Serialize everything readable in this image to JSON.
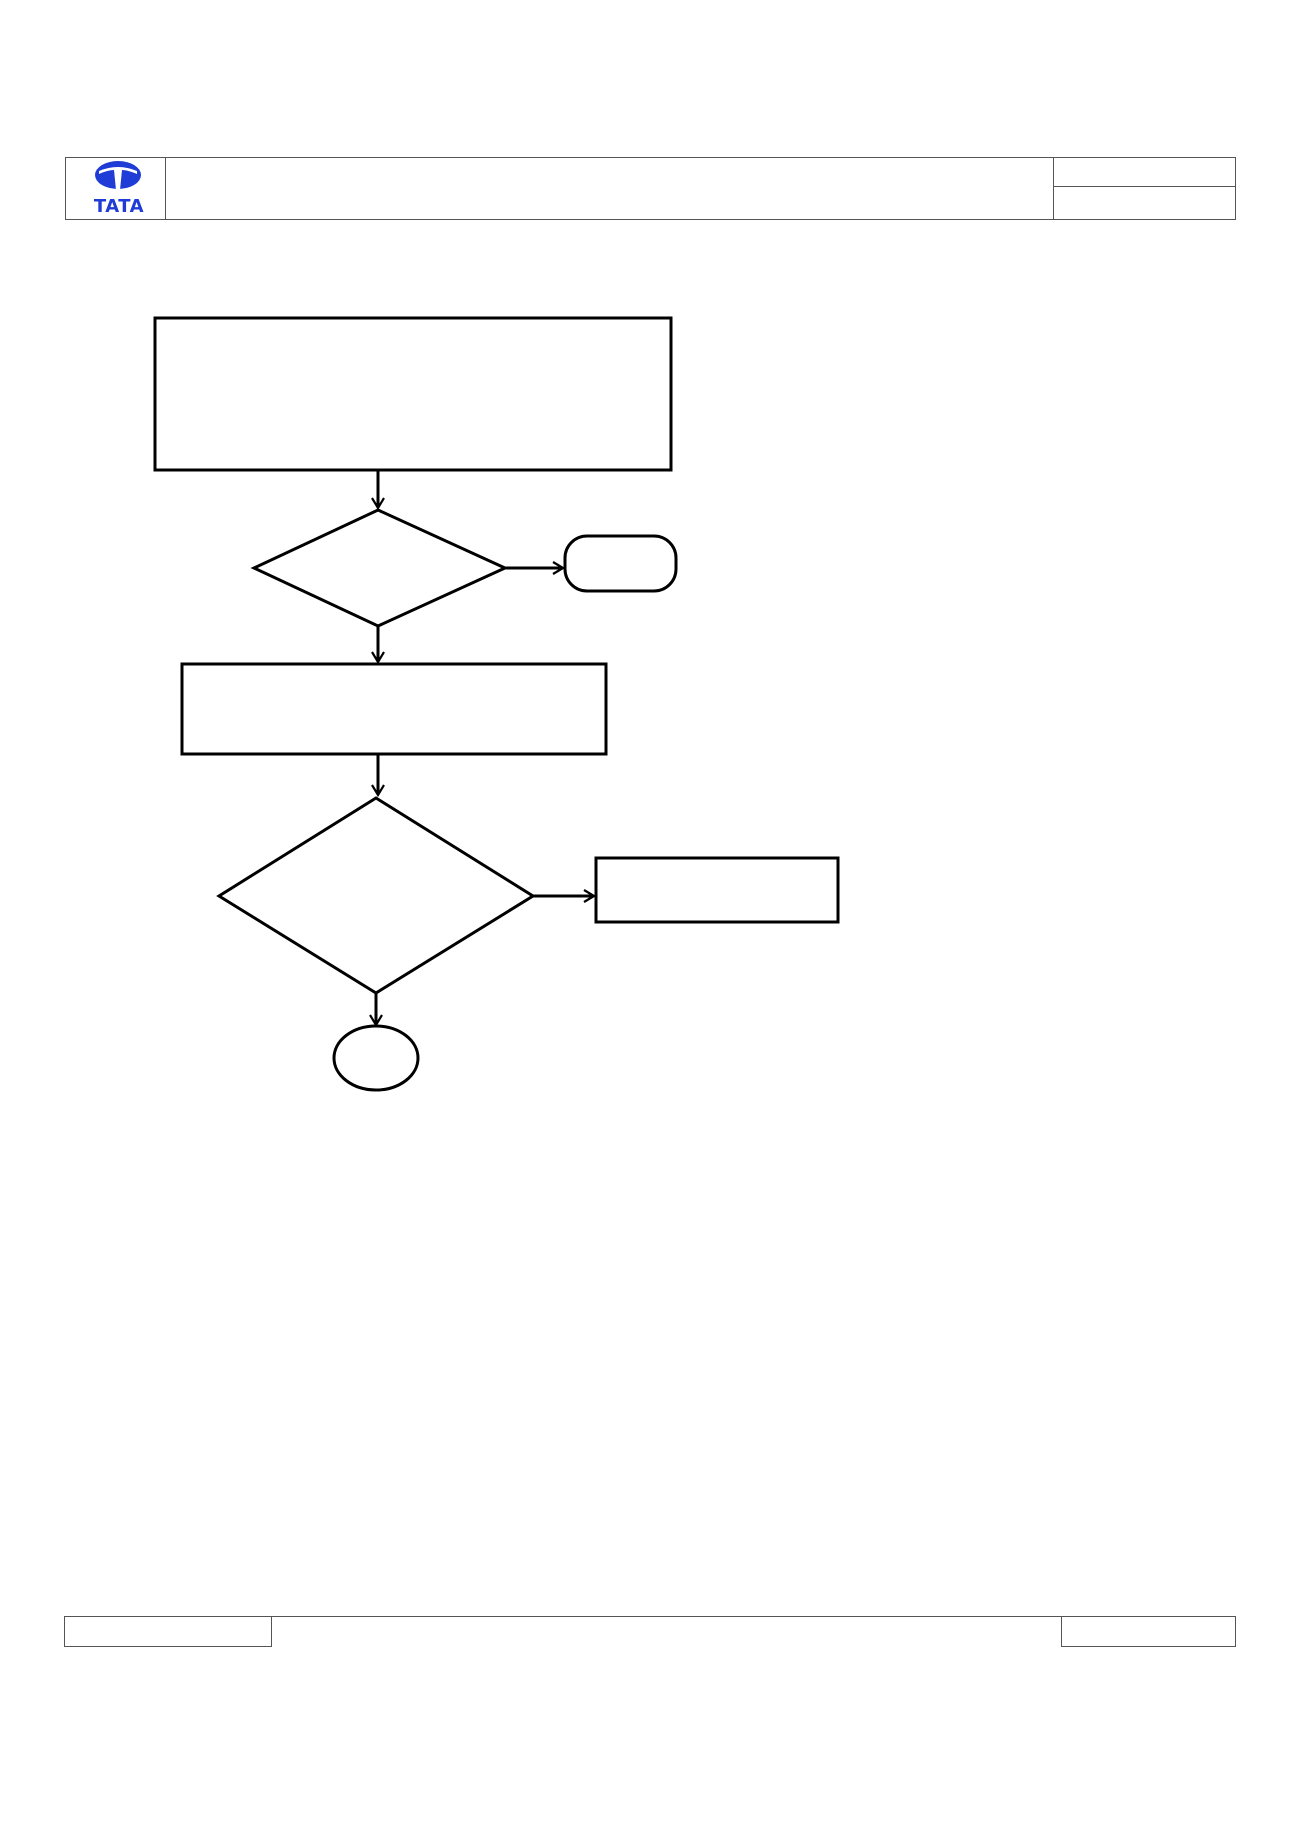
{
  "header": {
    "logo": {
      "icon": "tata-logo-icon",
      "text": "TATA",
      "color": "#1f3cd6"
    },
    "title": "",
    "ref_top": "",
    "ref_bottom": ""
  },
  "flowchart": {
    "nodes": [
      {
        "id": "process-1",
        "shape": "rectangle",
        "label": ""
      },
      {
        "id": "decision-1",
        "shape": "diamond",
        "label": ""
      },
      {
        "id": "terminal-1",
        "shape": "rounded",
        "label": ""
      },
      {
        "id": "process-2",
        "shape": "rectangle",
        "label": ""
      },
      {
        "id": "decision-2",
        "shape": "diamond",
        "label": ""
      },
      {
        "id": "process-3",
        "shape": "rectangle",
        "label": ""
      },
      {
        "id": "connector-1",
        "shape": "circle",
        "label": ""
      }
    ],
    "edges": [
      {
        "from": "process-1",
        "to": "decision-1"
      },
      {
        "from": "decision-1",
        "to": "terminal-1"
      },
      {
        "from": "decision-1",
        "to": "process-2"
      },
      {
        "from": "process-2",
        "to": "decision-2"
      },
      {
        "from": "decision-2",
        "to": "process-3"
      },
      {
        "from": "decision-2",
        "to": "connector-1"
      }
    ]
  },
  "footer": {
    "left": "",
    "middle": "",
    "right": ""
  }
}
